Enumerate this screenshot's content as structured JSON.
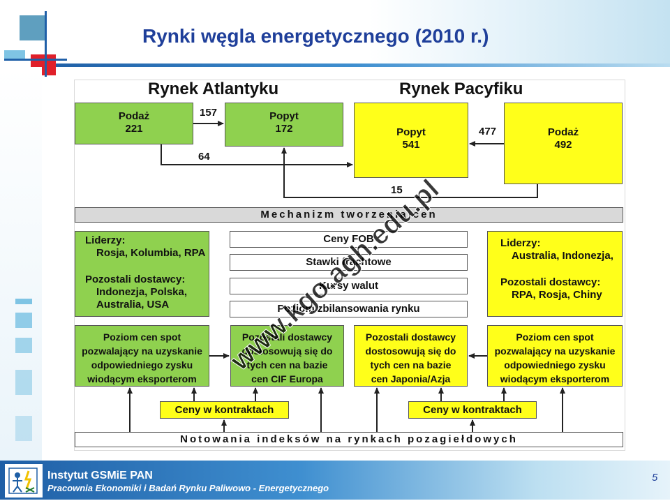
{
  "slide": {
    "title": "Rynki węgla energetycznego (2010 r.)",
    "page_number": "5"
  },
  "diagram": {
    "atlantic_title": "Rynek Atlantyku",
    "pacific_title": "Rynek Pacyfiku",
    "atl_supply": {
      "label": "Podaż",
      "value": "221"
    },
    "atl_demand": {
      "label": "Popyt",
      "value": "172"
    },
    "pac_demand": {
      "label": "Popyt",
      "value": "541"
    },
    "pac_supply": {
      "label": "Podaż",
      "value": "492"
    },
    "flows": {
      "atl_to_atl": "157",
      "atl_to_pac": "64",
      "pac_to_pac": "477",
      "pac_to_atl": "15"
    },
    "mechanism": "Mechanizm tworzenia cen",
    "price_factors": [
      "Ceny FOB",
      "Stawki frachtowe",
      "Kursy walut",
      "Poziom zbilansowania rynku"
    ],
    "atl_leaders": {
      "heading": "Liderzy:",
      "leaders": "Rosja, Kolumbia, RPA",
      "others_heading": "Pozostali dostawcy:",
      "others_1": "Indonezja, Polska,",
      "others_2": "Australia, USA"
    },
    "pac_leaders": {
      "heading": "Liderzy:",
      "leaders": "Australia, Indonezja,",
      "others_heading": "Pozostali dostawcy:",
      "others": "RPA, Rosja, Chiny"
    },
    "spot_left": [
      "Poziom cen spot",
      "pozwalający na uzyskanie",
      "odpowiedniego zysku",
      "wiodącym eksporterom"
    ],
    "others_atl": [
      "Pozostali dostawcy",
      "dostosowują się do",
      "tych cen na bazie",
      "cen CIF Europa"
    ],
    "others_pac": [
      "Pozostali dostawcy",
      "dostosowują się do",
      "tych cen na bazie",
      "cen Japonia/Azja"
    ],
    "spot_right": [
      "Poziom cen spot",
      "pozwalający na uzyskanie",
      "odpowiedniego zysku",
      "wiodącym eksporterom"
    ],
    "contract_left": "Ceny w kontraktach",
    "contract_right": "Ceny w kontraktach",
    "index_bar": "Notowania indeksów na rynkach pozagiełdowych",
    "watermark": "www.kgo.agh.edu.pl"
  },
  "footer": {
    "institute": "Instytut GSMiE PAN",
    "department": "Pracownia Ekonomiki i Badań Rynku Paliwowo - Energetycznego"
  },
  "colors": {
    "title": "#1f3f9a",
    "green": "#8fd14f",
    "yellow": "#ffff1a",
    "grey": "#d9d9d9",
    "footer": "#1f5fa6"
  }
}
